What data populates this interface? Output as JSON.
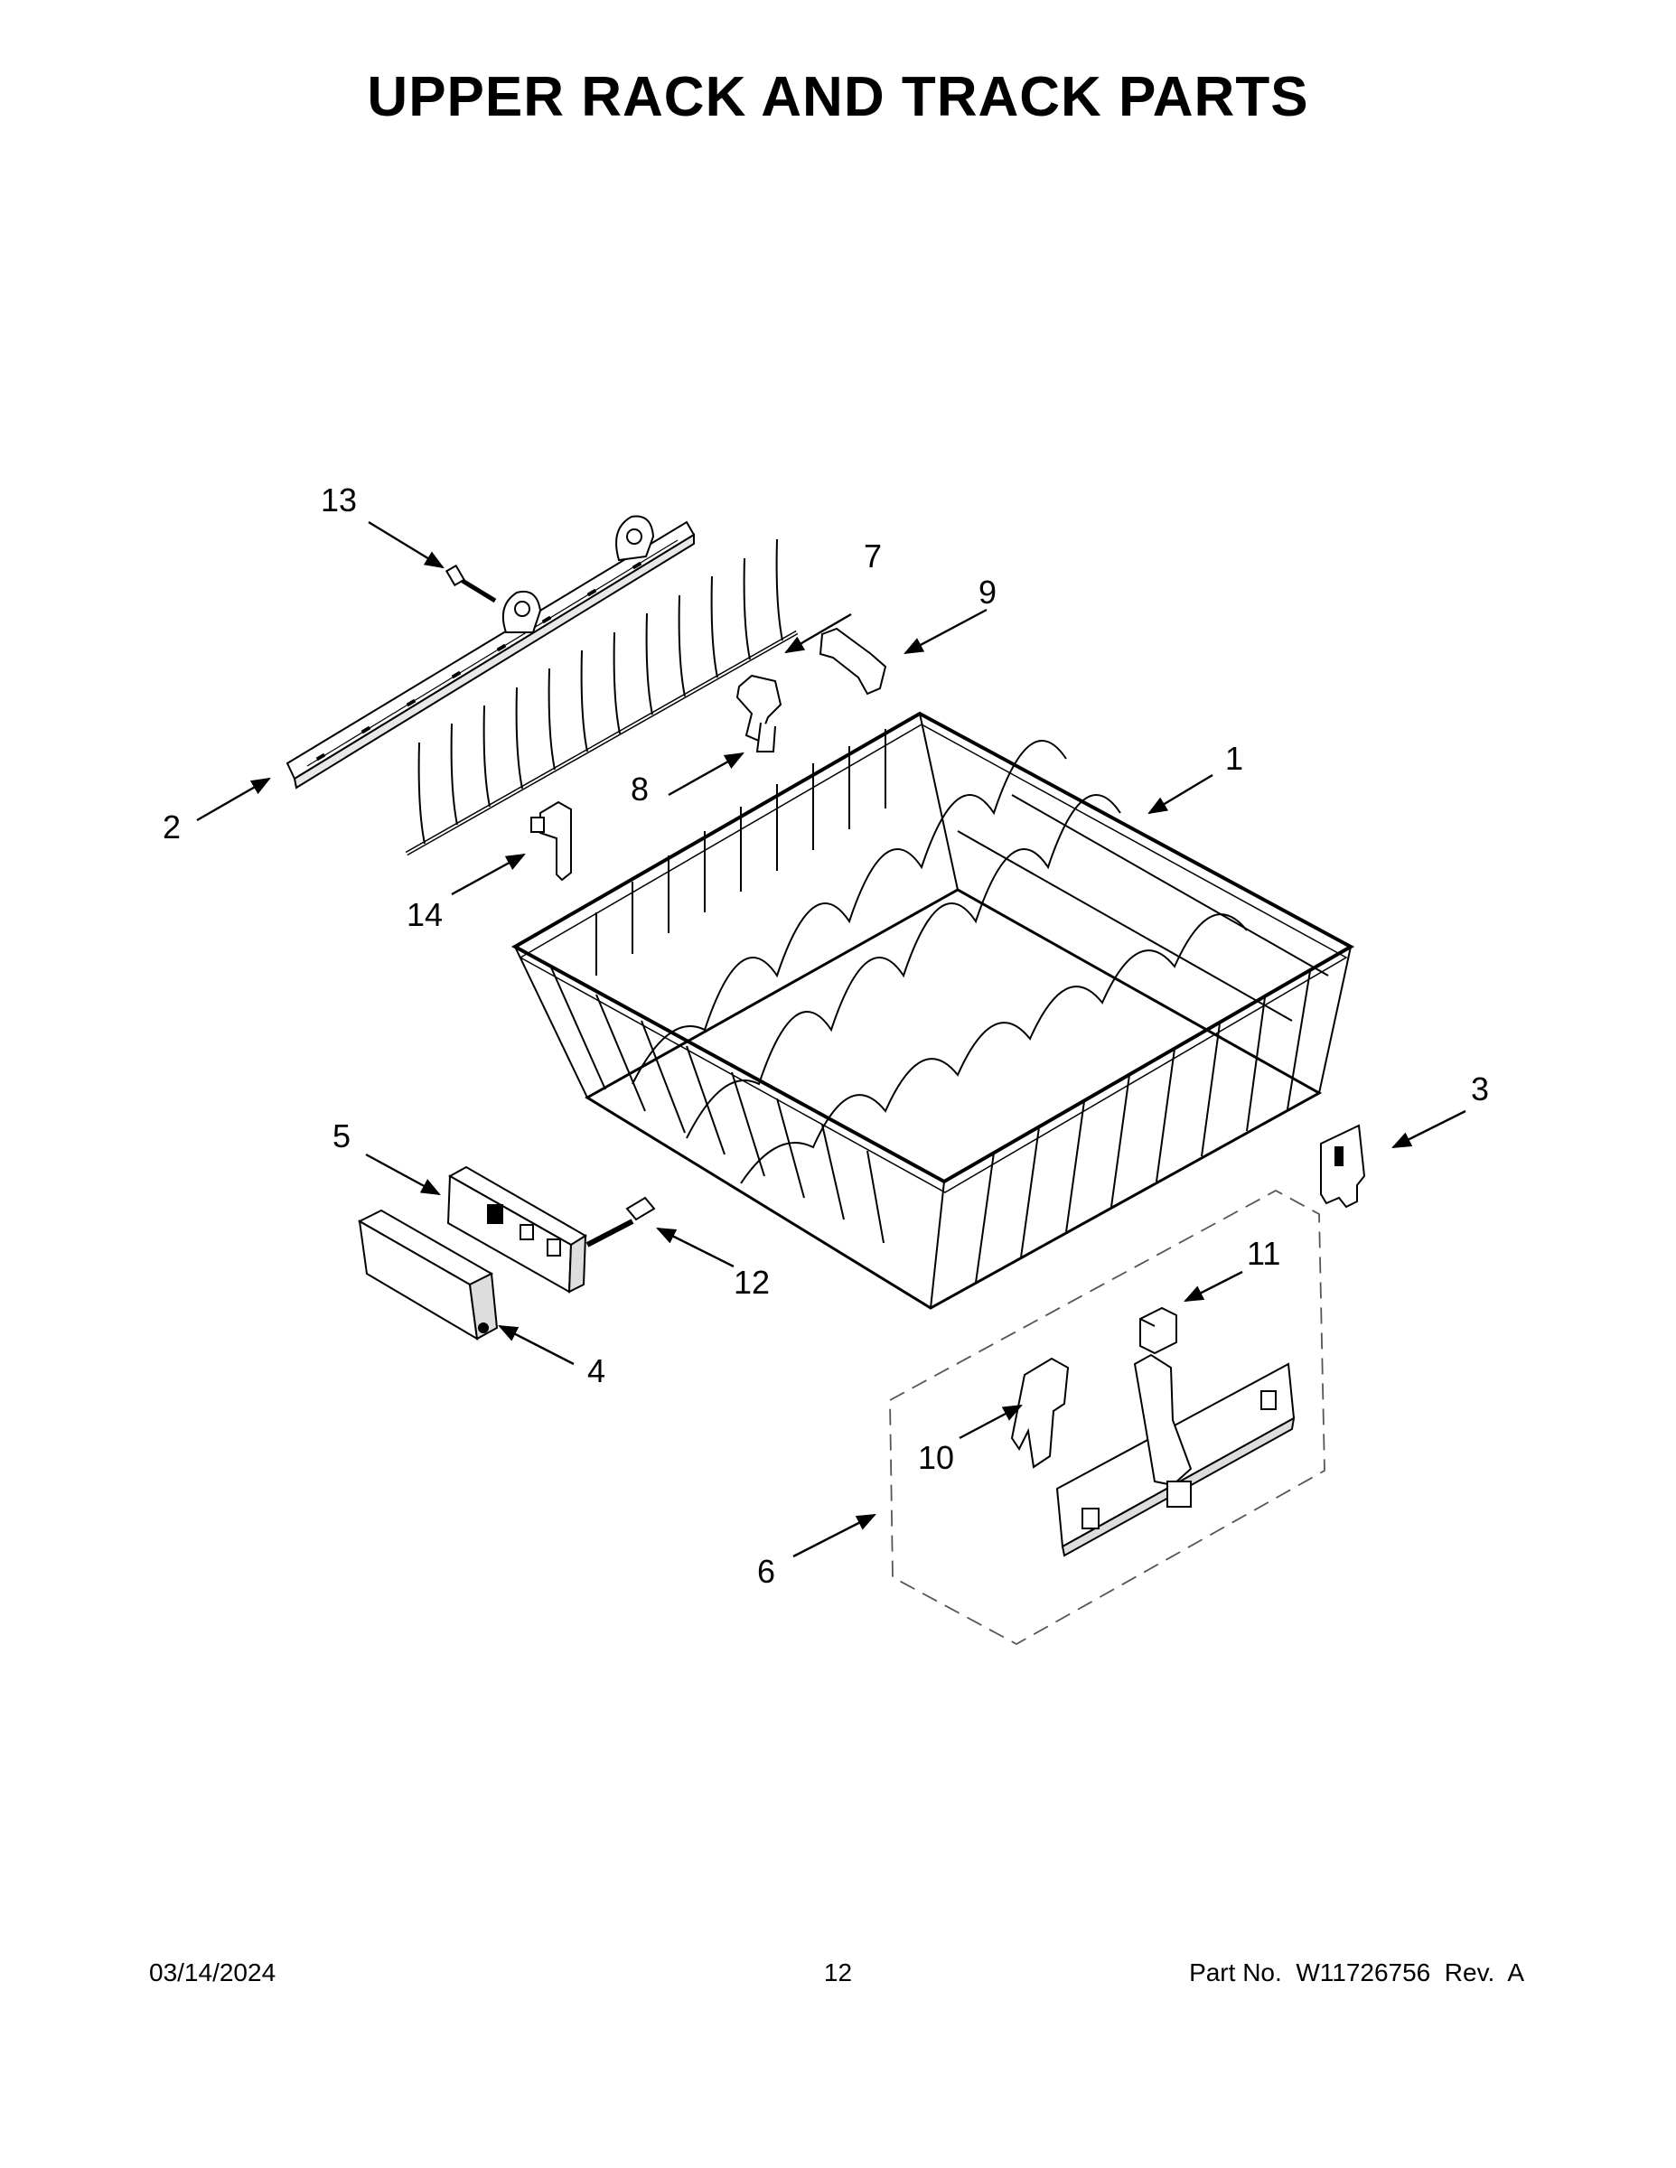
{
  "title": "UPPER RACK AND TRACK PARTS",
  "callouts": {
    "c1": "1",
    "c2": "2",
    "c3": "3",
    "c4": "4",
    "c5": "5",
    "c6": "6",
    "c7": "7",
    "c8": "8",
    "c9": "9",
    "c10": "10",
    "c11": "11",
    "c12": "12",
    "c13": "13",
    "c14": "14"
  },
  "footer": {
    "date": "03/14/2024",
    "page": "12",
    "part": "Part No.  W11726756  Rev.  A"
  }
}
